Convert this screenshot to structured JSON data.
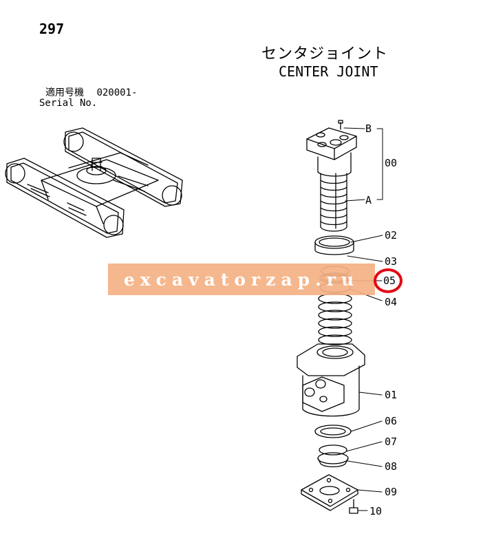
{
  "page": {
    "number": "297"
  },
  "title": {
    "japanese": "センタジョイント",
    "english": "CENTER JOINT"
  },
  "serial": {
    "japanese_label": "適用号機",
    "value": "020001-",
    "english_label": "Serial No."
  },
  "callouts": {
    "b": "B",
    "a": "A",
    "assembly": "00",
    "p02": "02",
    "p03": "03",
    "p05": "05",
    "p04": "04",
    "p01": "01",
    "p06": "06",
    "p07": "07",
    "p08": "08",
    "p09": "09",
    "p10": "10"
  },
  "watermark": {
    "text": "excavatorzap.ru",
    "color": "#f5b184"
  },
  "highlight": {
    "part": "05",
    "color": "#e30613"
  }
}
